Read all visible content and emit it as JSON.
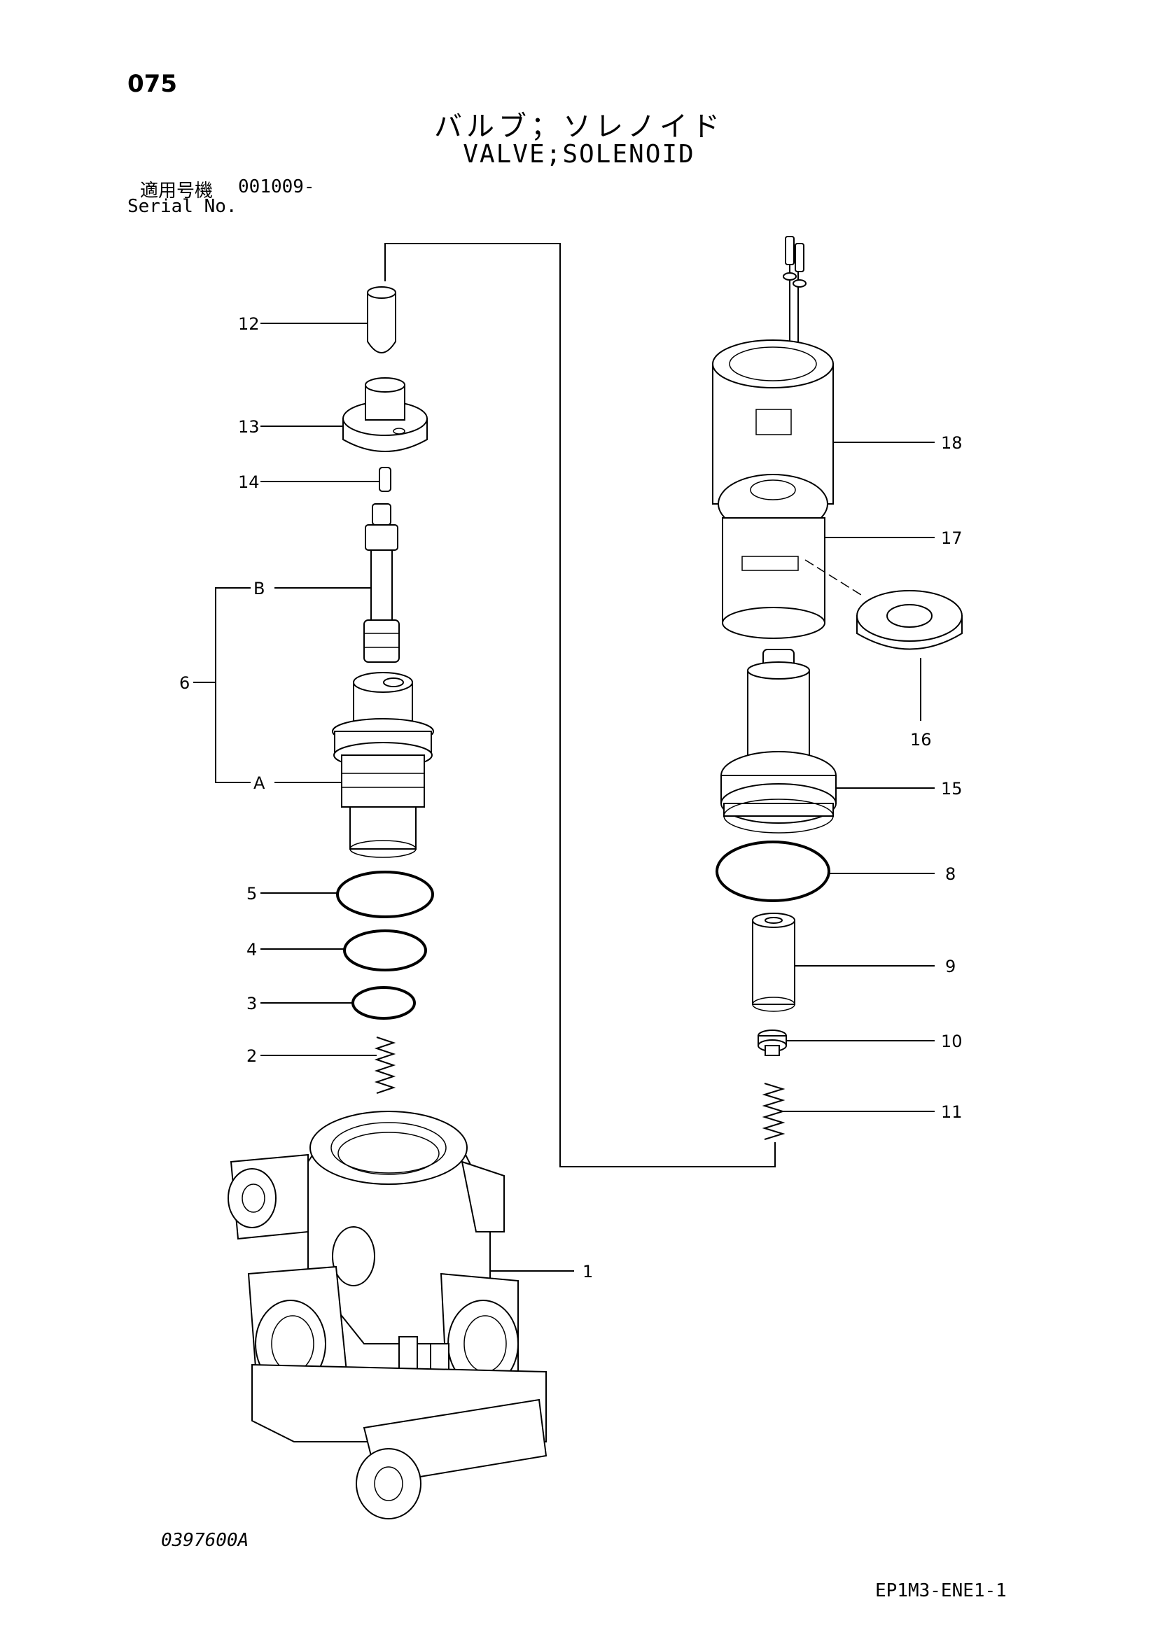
{
  "page_number": "075",
  "title_jp": "バルブ；ソレノイド",
  "title_en": "VALVE;SOLENOID",
  "serial": {
    "label_jp": "適用号機",
    "value": "001009-",
    "label_en": "Serial No."
  },
  "drawing_number": "0397600A",
  "page_code": "EP1M3-ENE1-1",
  "callouts": {
    "p1": "1",
    "p2": "2",
    "p3": "3",
    "p4": "4",
    "p5": "5",
    "p6": "6",
    "pA": "A",
    "pB": "B",
    "p8": "8",
    "p9": "9",
    "p10": "10",
    "p11": "11",
    "p12": "12",
    "p13": "13",
    "p14": "14",
    "p15": "15",
    "p16": "16",
    "p17": "17",
    "p18": "18"
  }
}
